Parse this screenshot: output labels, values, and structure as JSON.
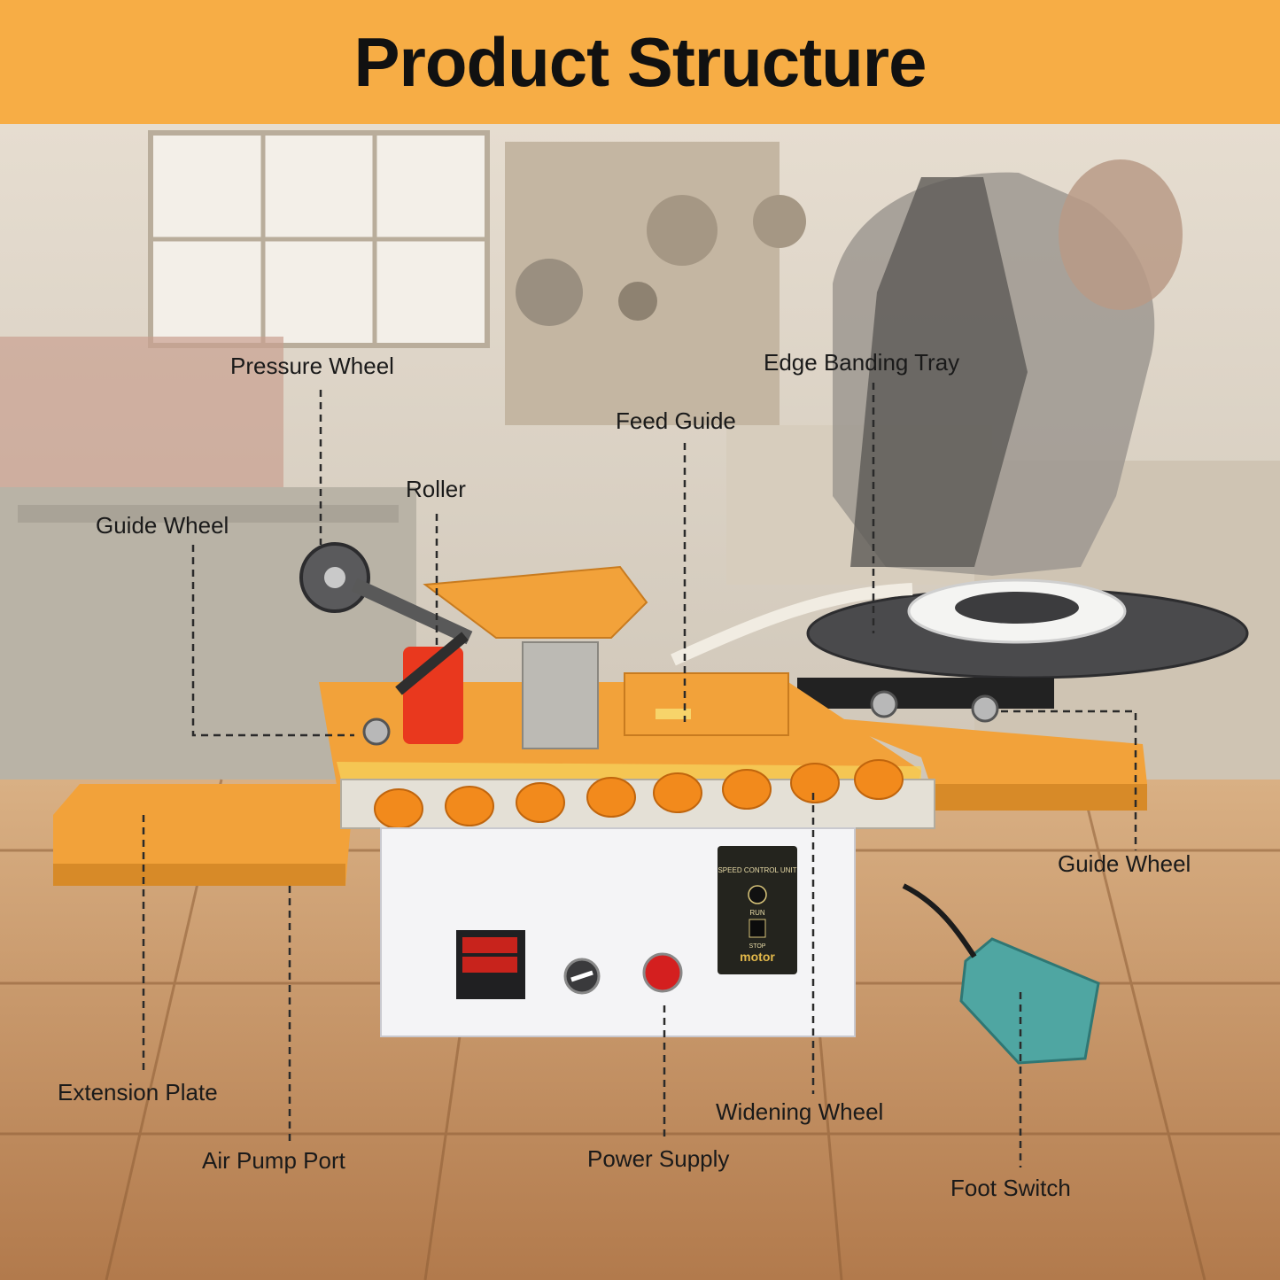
{
  "header": {
    "title": "Product Structure"
  },
  "labels": {
    "pressure_wheel": "Pressure Wheel",
    "edge_banding_tray": "Edge Banding Tray",
    "feed_guide": "Feed Guide",
    "roller": "Roller",
    "guide_wheel_left": "Guide Wheel",
    "guide_wheel_right": "Guide Wheel",
    "extension_plate": "Extension Plate",
    "air_pump_port": "Air Pump Port",
    "power_supply": "Power Supply",
    "widening_wheel": "Widening Wheel",
    "foot_switch": "Foot Switch"
  },
  "machine": {
    "speed_unit": "SPEED CONTROL UNIT",
    "run": "RUN",
    "stop": "STOP",
    "motor": "motor"
  },
  "colors": {
    "banner": "#f7ad45",
    "machine_orange": "#f2a23a",
    "pedal": "#4fa6a2",
    "wood": "#c8996a"
  }
}
